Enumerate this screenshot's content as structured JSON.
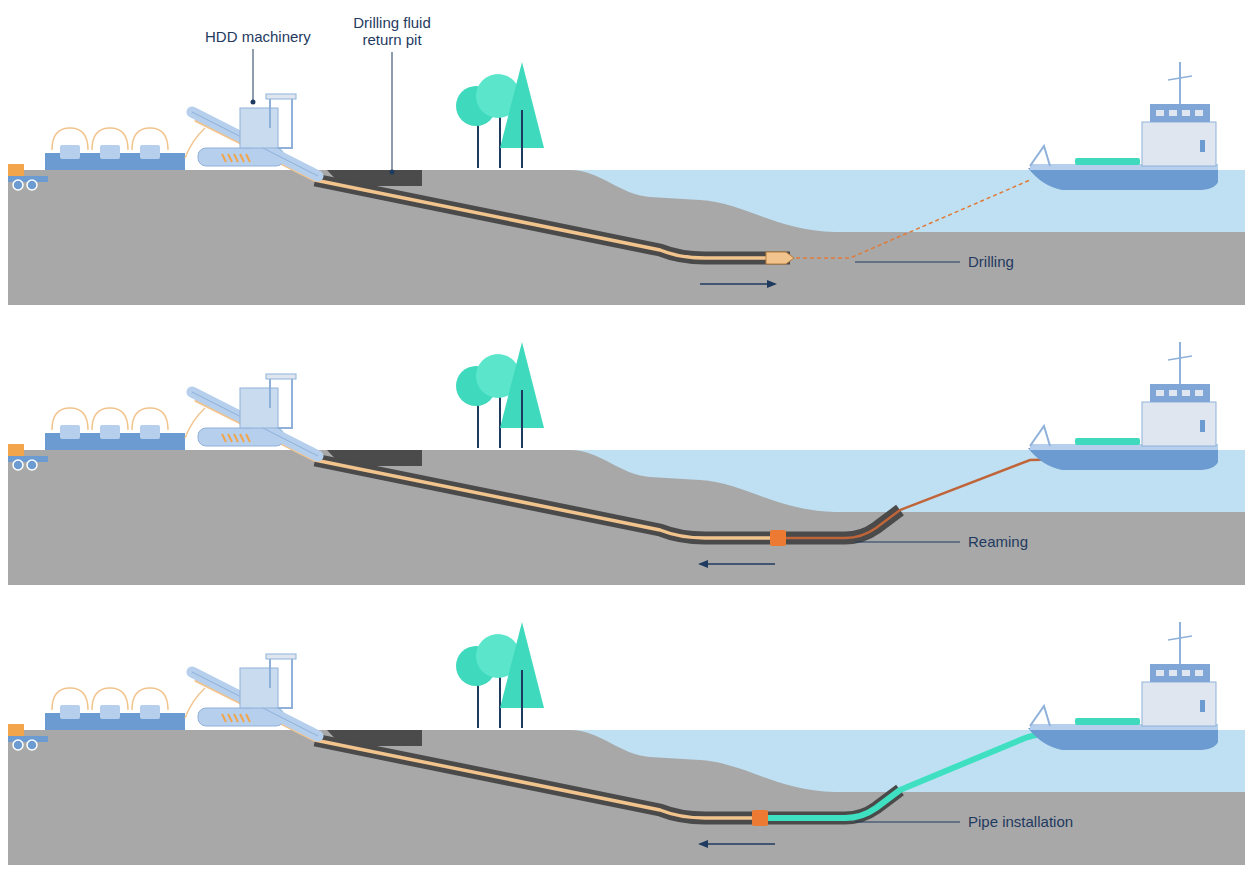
{
  "diagram": {
    "labels": [
      "HDD machinery",
      "Drilling fluid return pit",
      "Drilling",
      "Reaming",
      "Pipe installation"
    ]
  }
}
